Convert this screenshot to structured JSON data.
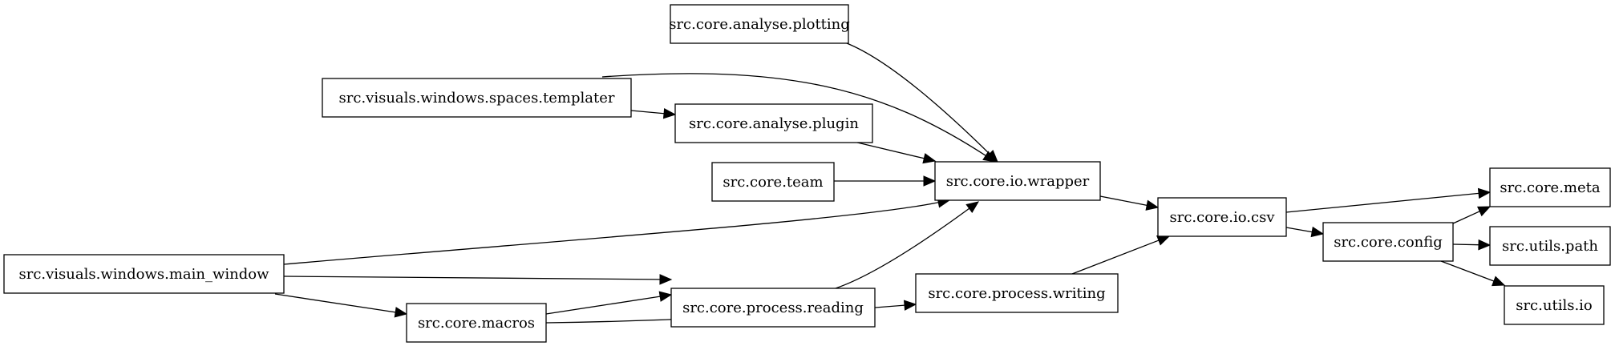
{
  "diagram": {
    "type": "dependency-graph",
    "nodes": [
      {
        "id": "plotting",
        "label": "src.core.analyse.plotting"
      },
      {
        "id": "templater",
        "label": "src.visuals.windows.spaces.templater"
      },
      {
        "id": "plugin",
        "label": "src.core.analyse.plugin"
      },
      {
        "id": "team",
        "label": "src.core.team"
      },
      {
        "id": "wrapper",
        "label": "src.core.io.wrapper"
      },
      {
        "id": "main_window",
        "label": "src.visuals.windows.main_window"
      },
      {
        "id": "reading",
        "label": "src.core.process.reading"
      },
      {
        "id": "macros",
        "label": "src.core.macros"
      },
      {
        "id": "writing",
        "label": "src.core.process.writing"
      },
      {
        "id": "csv",
        "label": "src.core.io.csv"
      },
      {
        "id": "config",
        "label": "src.core.config"
      },
      {
        "id": "meta",
        "label": "src.core.meta"
      },
      {
        "id": "path",
        "label": "src.utils.path"
      },
      {
        "id": "io",
        "label": "src.utils.io"
      }
    ],
    "edges": [
      {
        "from": "plotting",
        "to": "wrapper"
      },
      {
        "from": "templater",
        "to": "wrapper"
      },
      {
        "from": "templater",
        "to": "plugin"
      },
      {
        "from": "plugin",
        "to": "wrapper"
      },
      {
        "from": "team",
        "to": "wrapper"
      },
      {
        "from": "main_window",
        "to": "wrapper"
      },
      {
        "from": "main_window",
        "to": "reading"
      },
      {
        "from": "main_window",
        "to": "macros"
      },
      {
        "from": "reading",
        "to": "wrapper"
      },
      {
        "from": "macros",
        "to": "reading"
      },
      {
        "from": "macros",
        "to": "writing"
      },
      {
        "from": "wrapper",
        "to": "csv"
      },
      {
        "from": "writing",
        "to": "csv"
      },
      {
        "from": "csv",
        "to": "meta"
      },
      {
        "from": "csv",
        "to": "config"
      },
      {
        "from": "config",
        "to": "meta"
      },
      {
        "from": "config",
        "to": "path"
      },
      {
        "from": "config",
        "to": "io"
      }
    ]
  }
}
